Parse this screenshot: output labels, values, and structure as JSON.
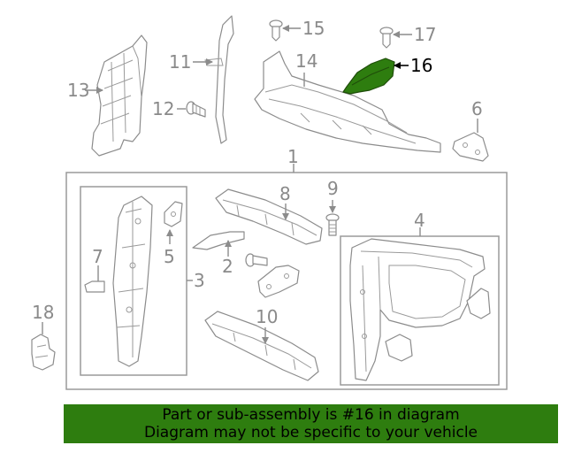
{
  "colors": {
    "highlight": "#2e7d0f",
    "line": "#8c8c8c",
    "label": "#8a8a8a",
    "banner": "#2e7d0f"
  },
  "callouts": {
    "c1": "1",
    "c2": "2",
    "c3": "3",
    "c4": "4",
    "c5": "5",
    "c6": "6",
    "c7": "7",
    "c8": "8",
    "c9": "9",
    "c10": "10",
    "c11": "11",
    "c12": "12",
    "c13": "13",
    "c14": "14",
    "c15": "15",
    "c16": "16",
    "c17": "17",
    "c18": "18"
  },
  "highlighted_part": "16",
  "banner": {
    "line1": "Part or sub-assembly is #16 in diagram",
    "line2": "Diagram may not be specific to your vehicle"
  }
}
